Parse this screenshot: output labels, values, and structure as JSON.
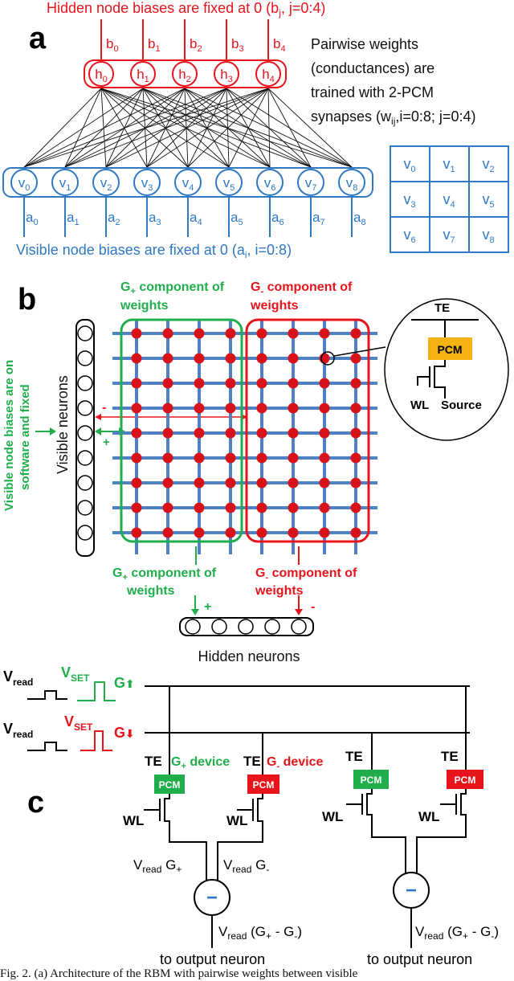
{
  "panel_a": {
    "label": "a",
    "hidden_bias_title": "Hidden node biases are fixed at 0 (b",
    "hidden_bias_title_sub": "j",
    "hidden_bias_title_end": ", j=0:4)",
    "hidden_nodes": [
      {
        "letter": "h",
        "sub": "0"
      },
      {
        "letter": "h",
        "sub": "1"
      },
      {
        "letter": "h",
        "sub": "2"
      },
      {
        "letter": "h",
        "sub": "3"
      },
      {
        "letter": "h",
        "sub": "4"
      }
    ],
    "hidden_biases": [
      {
        "letter": "b",
        "sub": "0"
      },
      {
        "letter": "b",
        "sub": "1"
      },
      {
        "letter": "b",
        "sub": "2"
      },
      {
        "letter": "b",
        "sub": "3"
      },
      {
        "letter": "b",
        "sub": "4"
      }
    ],
    "visible_nodes": [
      {
        "letter": "v",
        "sub": "0"
      },
      {
        "letter": "v",
        "sub": "1"
      },
      {
        "letter": "v",
        "sub": "2"
      },
      {
        "letter": "v",
        "sub": "3"
      },
      {
        "letter": "v",
        "sub": "4"
      },
      {
        "letter": "v",
        "sub": "5"
      },
      {
        "letter": "v",
        "sub": "6"
      },
      {
        "letter": "v",
        "sub": "7"
      },
      {
        "letter": "v",
        "sub": "8"
      }
    ],
    "visible_biases": [
      {
        "letter": "a",
        "sub": "0"
      },
      {
        "letter": "a",
        "sub": "1"
      },
      {
        "letter": "a",
        "sub": "2"
      },
      {
        "letter": "a",
        "sub": "3"
      },
      {
        "letter": "a",
        "sub": "4"
      },
      {
        "letter": "a",
        "sub": "5"
      },
      {
        "letter": "a",
        "sub": "6"
      },
      {
        "letter": "a",
        "sub": "7"
      },
      {
        "letter": "a",
        "sub": "8"
      }
    ],
    "visible_bias_title": "Visible node biases are fixed at 0 (a",
    "visible_bias_title_sub": "i",
    "visible_bias_title_end": ", i=0:8)",
    "weights_note_lines": [
      "Pairwise weights",
      "(conductances) are",
      "trained with 2-PCM"
    ],
    "weights_note_last": "synapses (w",
    "weights_note_last_sub": "ij",
    "weights_note_last_end": ",i=0:8; j=0:4)",
    "grid": [
      {
        "letter": "v",
        "sub": "0"
      },
      {
        "letter": "v",
        "sub": "1"
      },
      {
        "letter": "v",
        "sub": "2"
      },
      {
        "letter": "v",
        "sub": "3"
      },
      {
        "letter": "v",
        "sub": "4"
      },
      {
        "letter": "v",
        "sub": "5"
      },
      {
        "letter": "v",
        "sub": "6"
      },
      {
        "letter": "v",
        "sub": "7"
      },
      {
        "letter": "v",
        "sub": "8"
      }
    ]
  },
  "panel_b": {
    "label": "b",
    "gplus_top_1": "G",
    "gplus_top_sub": "+",
    "gplus_top_2": " component of",
    "gplus_top_3": "weights",
    "gminus_top_1": "G",
    "gminus_top_sub": "-",
    "gminus_top_2": " component of",
    "gminus_top_3": "weights",
    "visible_note_1": "Visible node biases are on",
    "visible_note_2": "software and fixed",
    "visible_neurons": "Visible neurons",
    "minus_sign": "-",
    "plus_sign": "+",
    "gplus_bottom_1": "G",
    "gplus_bottom_sub": "+",
    "gplus_bottom_2": " component of",
    "gplus_bottom_3": "weights",
    "gminus_bottom_1": "G",
    "gminus_bottom_sub": "-",
    "gminus_bottom_2": " component of",
    "gminus_bottom_3": "weights",
    "hidden_plus": "+",
    "hidden_minus": "-",
    "hidden_neurons": "Hidden neurons",
    "zoom_te": "TE",
    "zoom_pcm": "PCM",
    "zoom_wl": "WL",
    "zoom_source": "Source",
    "grid_rows": 9,
    "grid_cols": 8
  },
  "panel_c": {
    "label": "c",
    "vread": "V",
    "vread_sub": "read",
    "vset": "V",
    "vset_sub": "SET",
    "g": "G",
    "up_arrow": "⬆",
    "down_arrow": "⬇",
    "te": "TE",
    "pcm": "PCM",
    "wl": "WL",
    "gplus_device": "G",
    "gplus_device_sub": "+",
    "gplus_device_end": " device",
    "gminus_device": "G",
    "gminus_device_sub": "-",
    "gminus_device_end": " device",
    "left_in_v": "V",
    "left_in_sub": "read",
    "left_in_g": " G",
    "left_in_gsub": "+",
    "right_in_v": "V",
    "right_in_sub": "read",
    "right_in_g": " G",
    "right_in_gsub": "-",
    "out_v": "V",
    "out_sub": "read",
    "out_rest_1": " (G",
    "out_rest_plus": "+",
    "out_rest_2": " - G",
    "out_rest_minus": "-",
    "out_rest_3": ")",
    "subtractor": "−",
    "to_output": "to output neuron"
  },
  "caption": "Fig. 2.  (a) Architecture of the RBM with pairwise weights between visible",
  "colors": {
    "red": "#e8141c",
    "blue": "#2e78c4",
    "green": "#1fae4b",
    "grid_line": "#4e82c4",
    "dot": "#d8121b",
    "pcm_fill": "#f5b313",
    "black": "#000000"
  }
}
